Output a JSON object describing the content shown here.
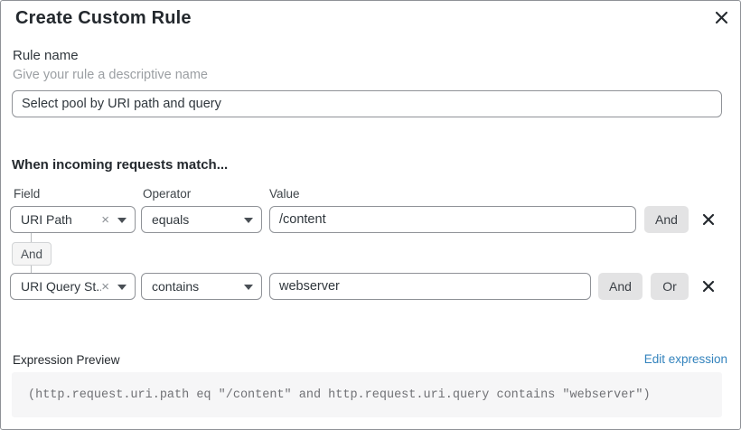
{
  "dialog": {
    "title": "Create Custom Rule"
  },
  "rule_name": {
    "label": "Rule name",
    "helper": "Give your rule a descriptive name",
    "value": "Select pool by URI path and query"
  },
  "match": {
    "heading": "When incoming requests match...",
    "columns": {
      "field": "Field",
      "operator": "Operator",
      "value": "Value"
    },
    "rows": [
      {
        "field": "URI Path",
        "operator": "equals",
        "value": "/content",
        "and_label": "And"
      },
      {
        "field": "URI Query St...",
        "operator": "contains",
        "value": "webserver",
        "and_label": "And",
        "or_label": "Or"
      }
    ],
    "connector_label": "And"
  },
  "expression": {
    "label": "Expression Preview",
    "edit_link": "Edit expression",
    "code": "(http.request.uri.path eq \"/content\" and http.request.uri.query contains \"webserver\")"
  },
  "colors": {
    "link_blue": "#3383bd",
    "button_gray": "#e3e3e4",
    "code_bg": "#f6f6f7",
    "border_gray": "#8f9297"
  }
}
